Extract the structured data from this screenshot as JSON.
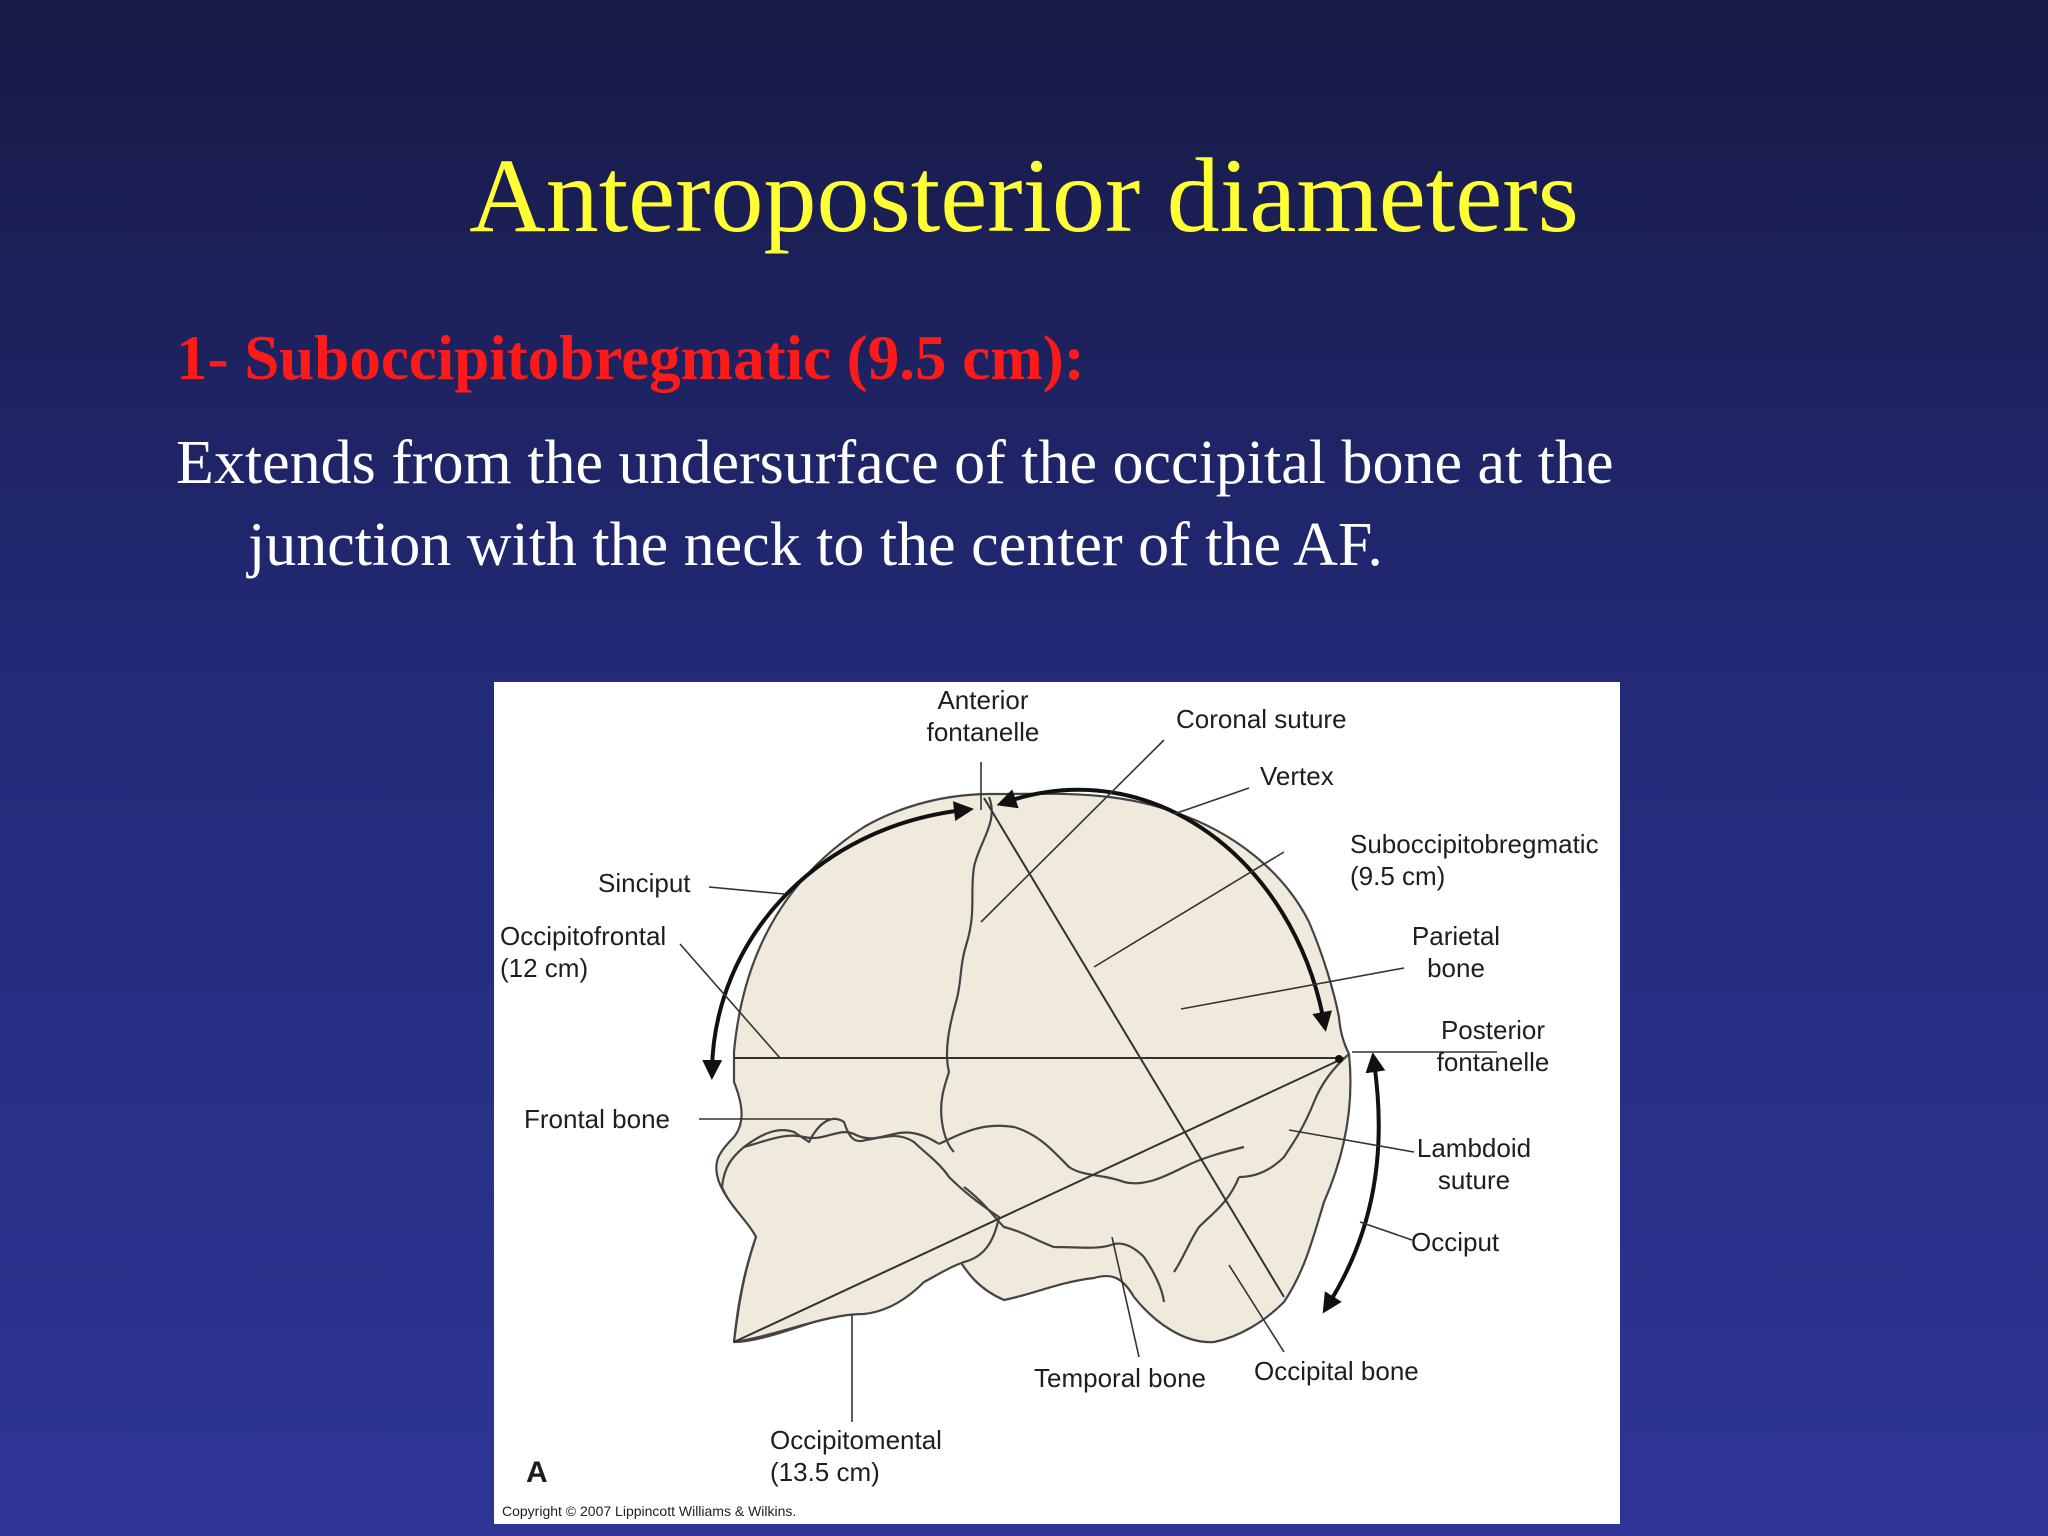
{
  "slide": {
    "title": "Anteroposterior diameters",
    "subheading": "1- Suboccipitobregmatic (9.5 cm):",
    "body_line1": "Extends from the undersurface of the occipital bone at the",
    "body_line2": "junction with the neck to the center of the AF."
  },
  "figure": {
    "panel_letter": "A",
    "copyright": "Copyright © 2007 Lippincott Williams & Wilkins.",
    "labels": {
      "anterior_fontanelle_1": "Anterior",
      "anterior_fontanelle_2": "fontanelle",
      "coronal_suture": "Coronal suture",
      "vertex": "Vertex",
      "suboccipitobregmatic_1": "Suboccipitobregmatic",
      "suboccipitobregmatic_2": "(9.5 cm)",
      "sinciput": "Sinciput",
      "occipitofrontal_1": "Occipitofrontal",
      "occipitofrontal_2": "(12 cm)",
      "parietal_bone_1": "Parietal",
      "parietal_bone_2": "bone",
      "posterior_fontanelle_1": "Posterior",
      "posterior_fontanelle_2": "fontanelle",
      "frontal_bone": "Frontal bone",
      "lambdoid_suture_1": "Lambdoid",
      "lambdoid_suture_2": "suture",
      "occiput": "Occiput",
      "temporal_bone": "Temporal bone",
      "occipital_bone": "Occipital bone",
      "occipitomental_1": "Occipitomental",
      "occipitomental_2": "(13.5 cm)"
    }
  }
}
